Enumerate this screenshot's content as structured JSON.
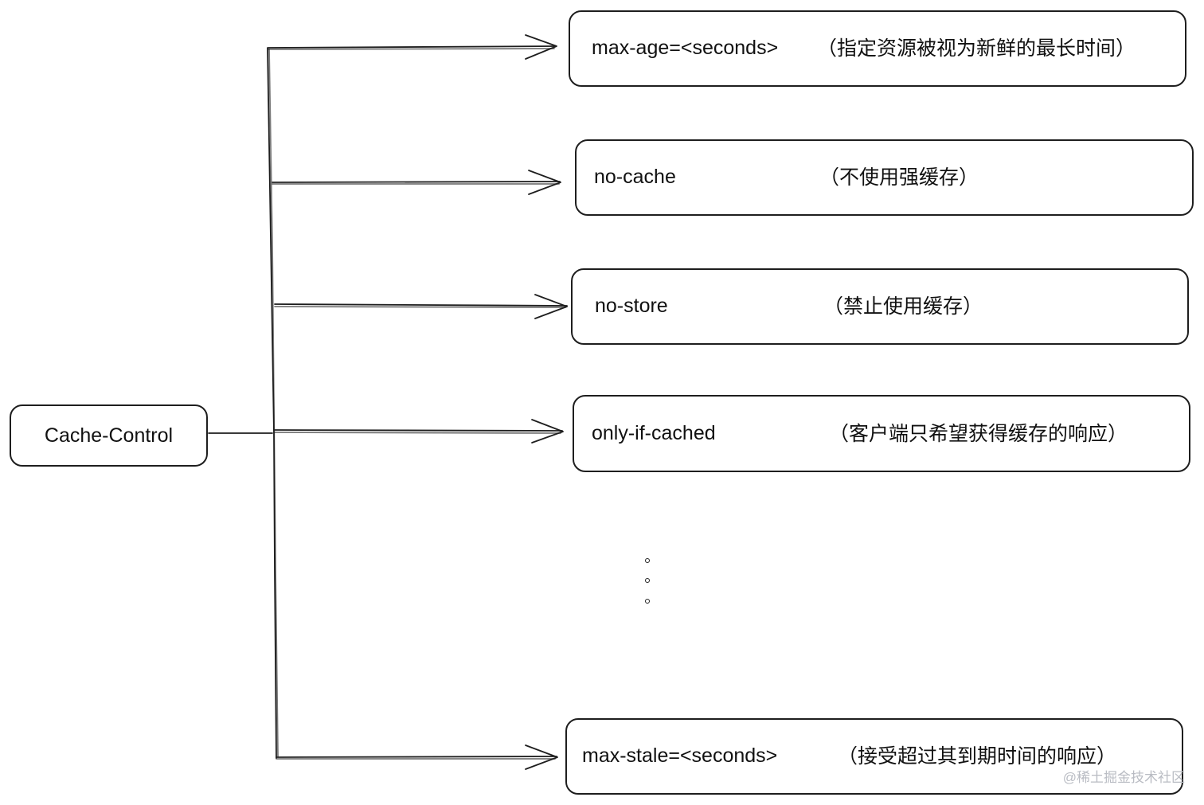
{
  "root": {
    "label": "Cache-Control"
  },
  "directives": [
    {
      "name": "max-age=<seconds>",
      "desc": "（指定资源被视为新鲜的最长时间）"
    },
    {
      "name": "no-cache",
      "desc": "（不使用强缓存）"
    },
    {
      "name": "no-store",
      "desc": "（禁止使用缓存）"
    },
    {
      "name": "only-if-cached",
      "desc": "（客户端只希望获得缓存的响应）"
    },
    {
      "name": "max-stale=<seconds>",
      "desc": "（接受超过其到期时间的响应）"
    }
  ],
  "ellipsis": [
    "•",
    "•",
    "•"
  ],
  "watermark": "@稀土掘金技术社区",
  "colors": {
    "stroke": "#1e1e1e",
    "watermark": "#b9bcc3"
  }
}
